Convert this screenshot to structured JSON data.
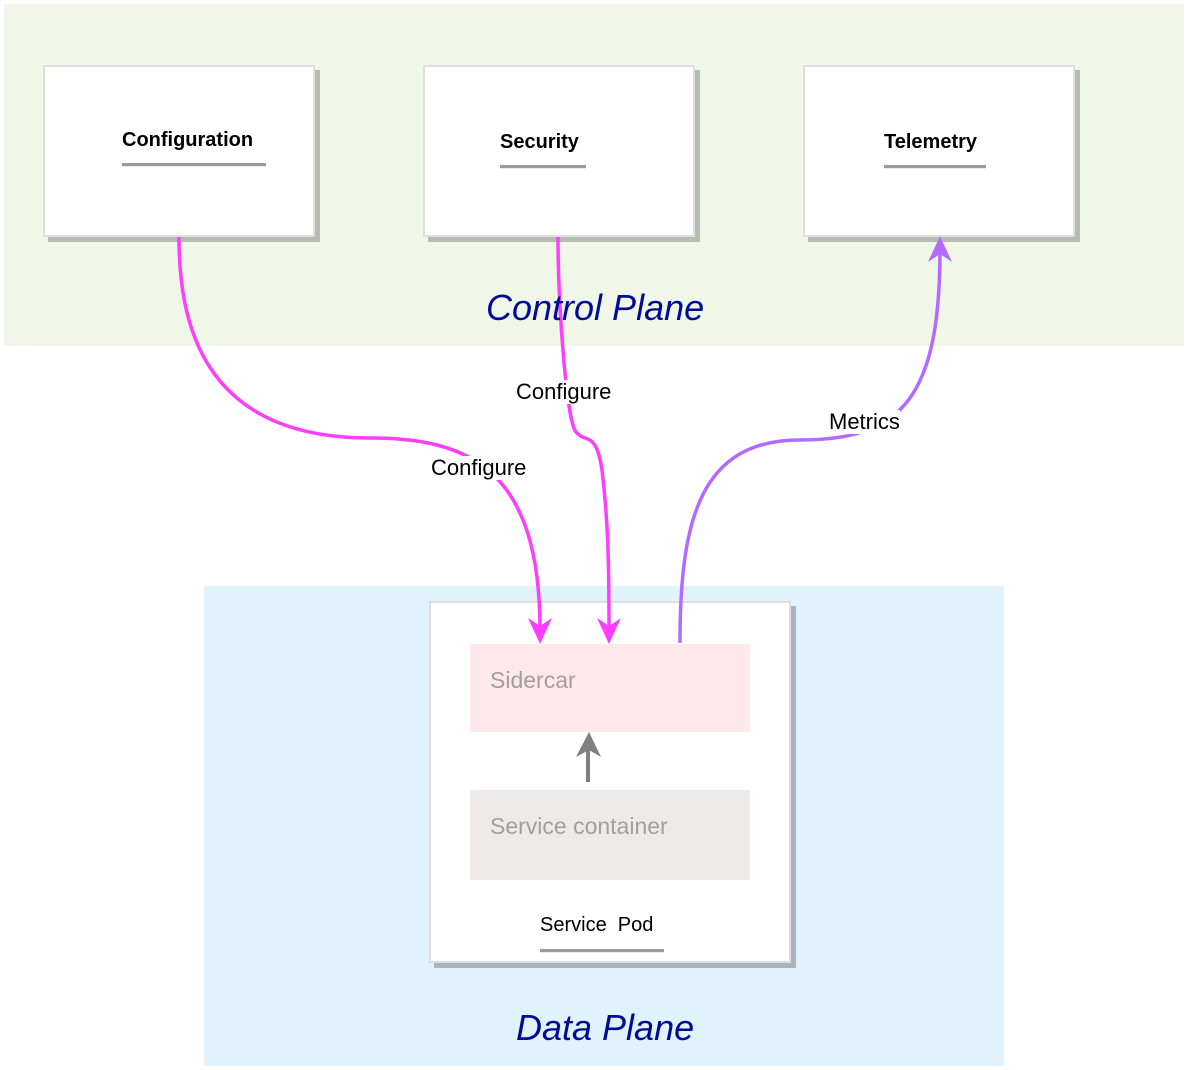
{
  "control_plane": {
    "label": "Control Plane",
    "components": [
      {
        "name": "Configuration"
      },
      {
        "name": "Security"
      },
      {
        "name": "Telemetry"
      }
    ]
  },
  "data_plane": {
    "label": "Data Plane",
    "pod": {
      "label": "Service  Pod",
      "sidecar": "Sidercar",
      "service_container": "Service container"
    }
  },
  "edges": [
    {
      "from": "Configuration",
      "to": "Sidercar",
      "label": "Configure",
      "color": "#ff3dff"
    },
    {
      "from": "Security",
      "to": "Sidercar",
      "label": "Configure",
      "color": "#ff3dff"
    },
    {
      "from": "Sidercar",
      "to": "Telemetry",
      "label": "Metrics",
      "color": "#b36bff"
    },
    {
      "from": "Service container",
      "to": "Sidercar",
      "label": "",
      "color": "#808080"
    }
  ],
  "colors": {
    "control_plane_bg": "#f0f6e8",
    "data_plane_bg": "#e0f3fc",
    "plane_label": "#000c96",
    "sidecar_bg": "#ffe8ec",
    "service_container_bg": "#eeeae8"
  }
}
